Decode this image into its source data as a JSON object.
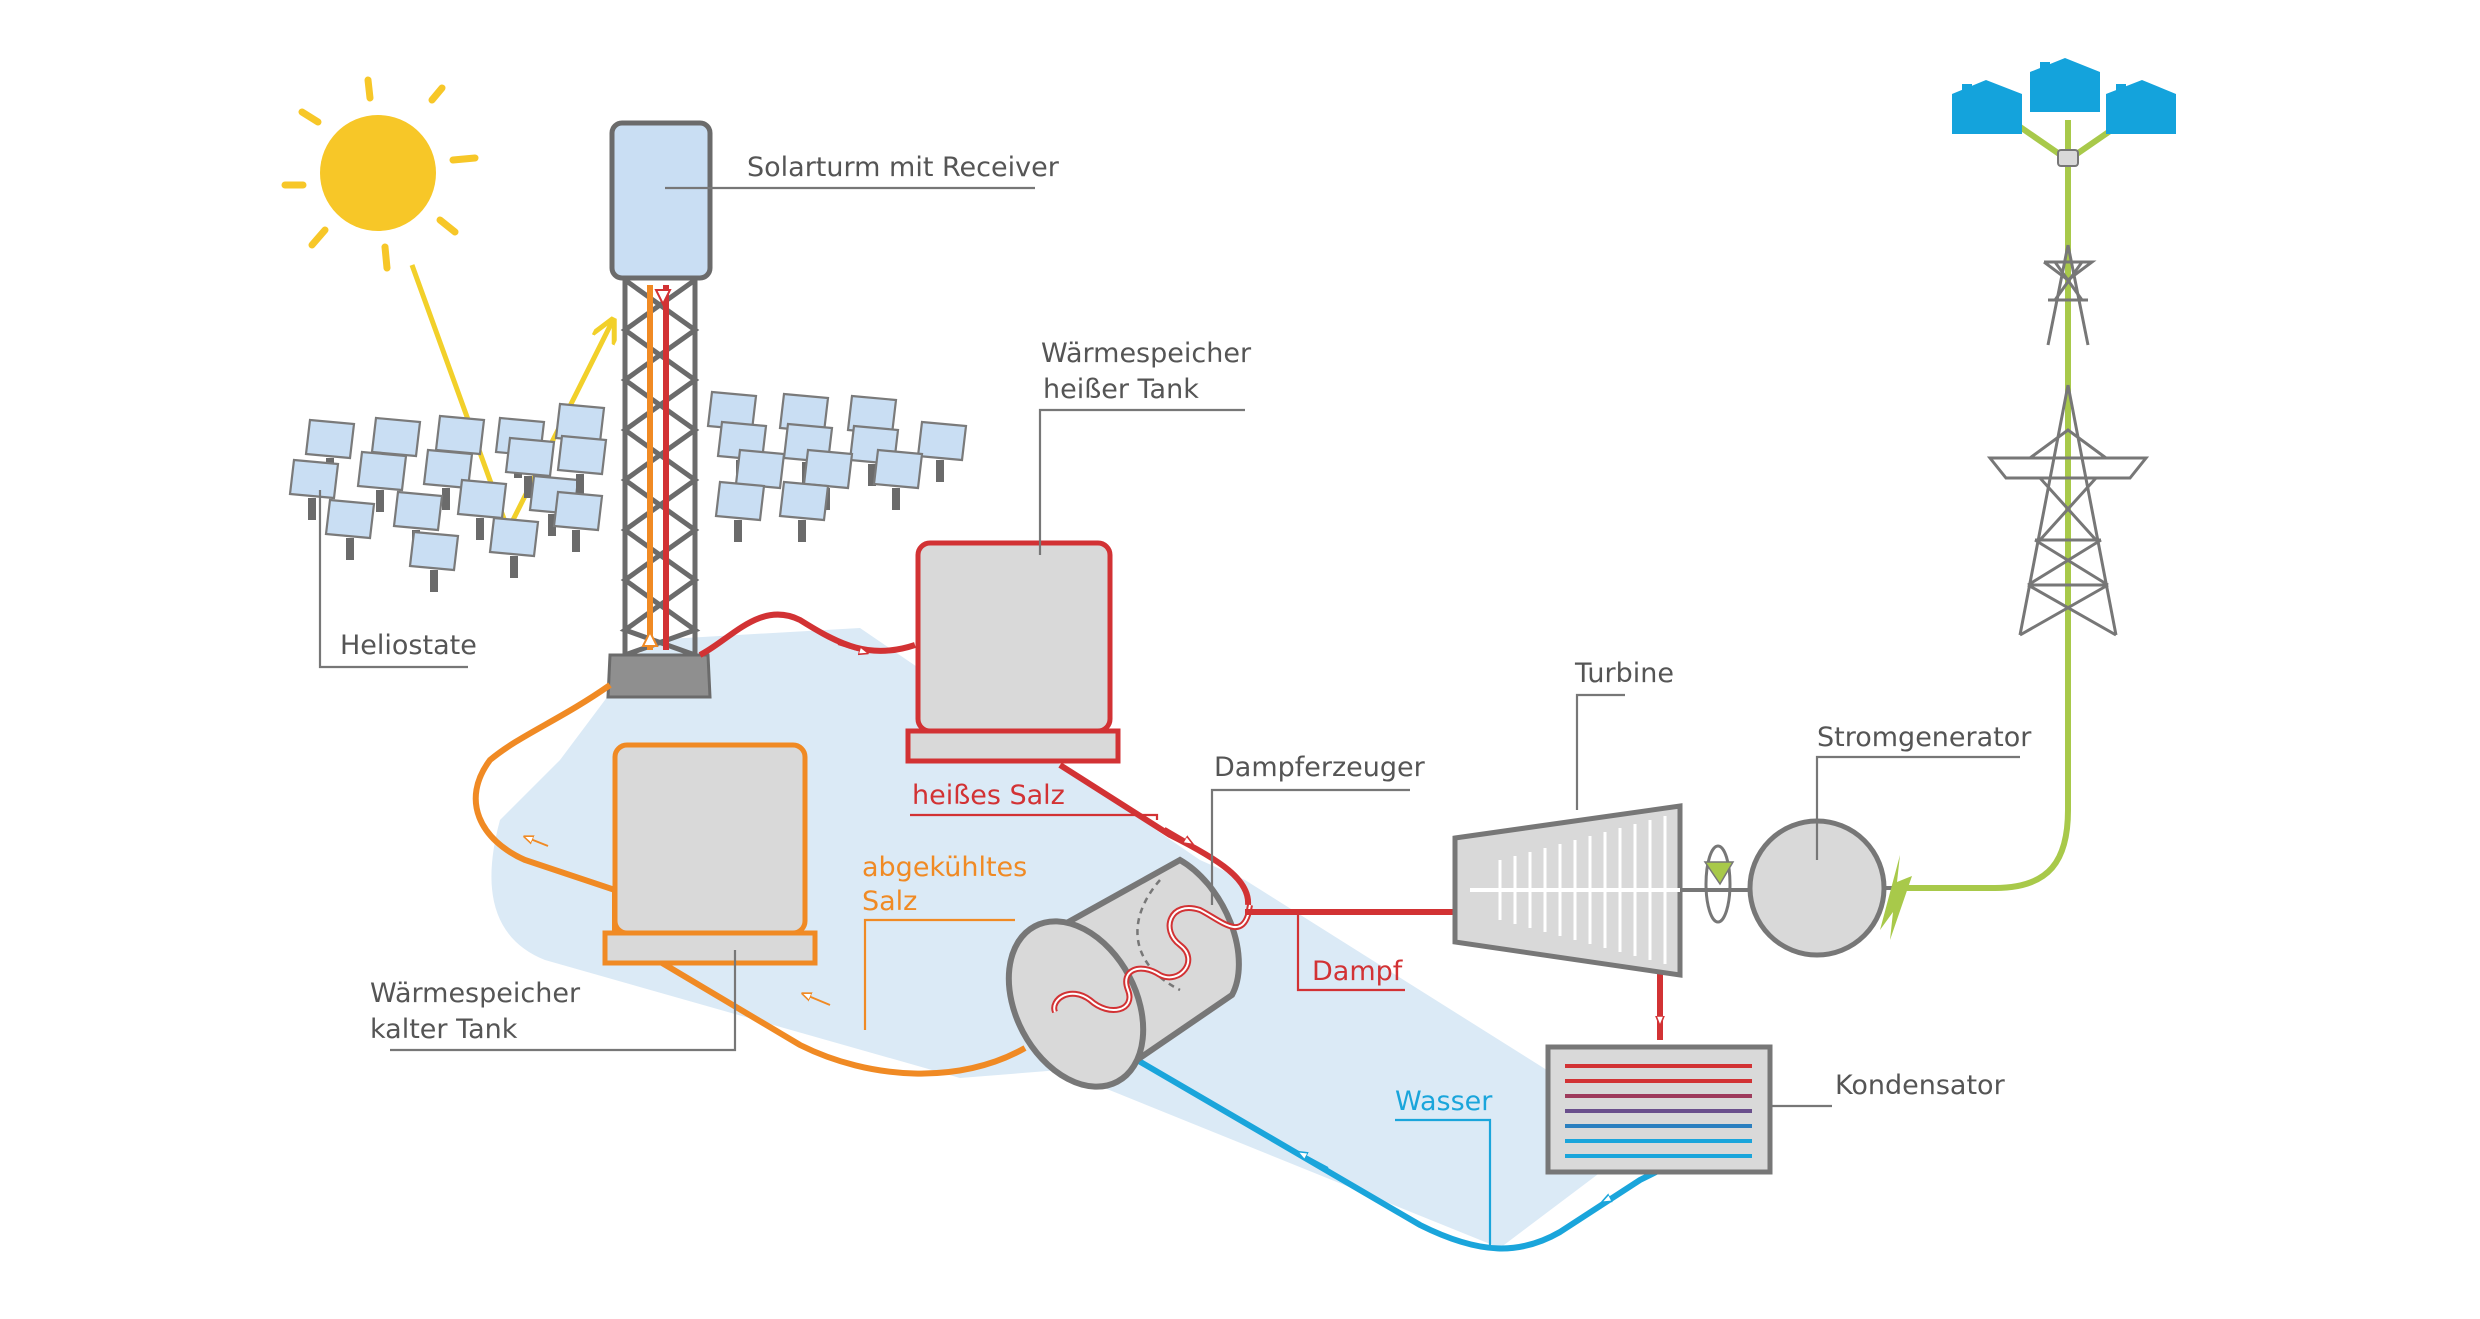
{
  "labels": {
    "receiver_tower": "Solarturm mit Receiver",
    "heliostats": "Heliostate",
    "hot_tank_line1": "Wärmespeicher",
    "hot_tank_line2": "heißer Tank",
    "cold_tank_line1": "Wärmespeicher",
    "cold_tank_line2": "kalter Tank",
    "hot_salt": "heißes Salz",
    "cooled_salt_line1": "abgekühltes",
    "cooled_salt_line2": "Salz",
    "steam_generator": "Dampferzeuger",
    "steam": "Dampf",
    "turbine": "Turbine",
    "power_generator": "Stromgenerator",
    "condenser": "Kondensator",
    "water": "Wasser"
  },
  "colors": {
    "hot_salt": "#d23234",
    "cooled_salt": "#f08a24",
    "water": "#1aa5db",
    "power_line": "#a8c94a",
    "sun": "#f7c728",
    "sun_ray": "#f2d02a",
    "heliostat_panel": "#c9def3",
    "equipment_fill": "#d9d9d9",
    "equipment_stroke": "#777777",
    "cycle_background": "#dbeaf6",
    "houses": "#14a3dc",
    "label_text": "#555555"
  },
  "icons": [
    "sun-icon",
    "house-icon",
    "transmission-tower-icon",
    "lightning-bolt-icon",
    "rotation-arrow-icon"
  ]
}
